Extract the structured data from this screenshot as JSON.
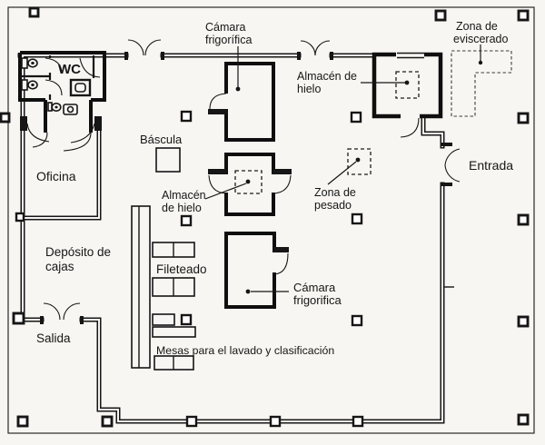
{
  "plan": {
    "colors": {
      "ink": "#161616",
      "paper": "#f7f6f2"
    },
    "labels": {
      "camara_frigorifica_top": {
        "line1": "Cámara",
        "line2": "frigorífica"
      },
      "almacen_hielo_top_right": {
        "line1": "Almacén de",
        "line2": "hielo"
      },
      "zona_eviscerado": {
        "line1": "Zona de",
        "line2": "eviscerado"
      },
      "wc": "WC",
      "bascula": "Báscula",
      "oficina": "Oficina",
      "entrada": "Entrada",
      "almacen_hielo_center": {
        "line1": "Almacén",
        "line2": "de hielo"
      },
      "zona_pesado": {
        "line1": "Zona de",
        "line2": "pesado"
      },
      "deposito_cajas": {
        "line1": "Depósito de",
        "line2": "cajas"
      },
      "fileteado": "Fileteado",
      "camara_frigorifica_bottom": {
        "line1": "Cámara",
        "line2": "frigorifica"
      },
      "salida": "Salida",
      "mesas": "Mesas para el lavado y clasificación"
    }
  }
}
